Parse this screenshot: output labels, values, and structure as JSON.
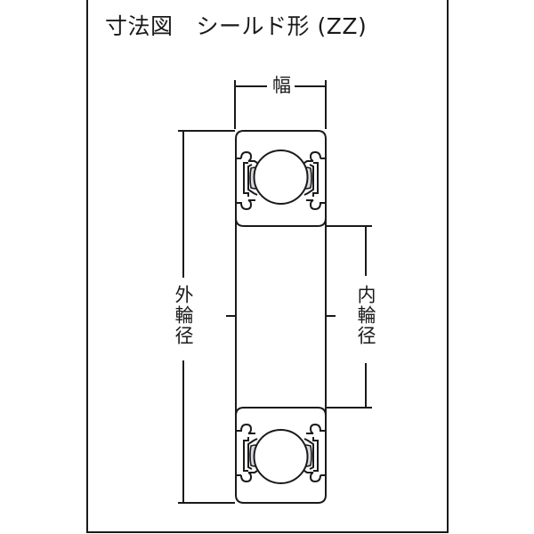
{
  "title": {
    "prefix": "寸法図",
    "type": "シールド形 (ZZ)"
  },
  "labels": {
    "width": "幅",
    "outer_diameter": "外輪径",
    "inner_diameter": "内輪径"
  },
  "colors": {
    "line": "#1a1a1a",
    "retainer_fill": "#d8d8e0",
    "background": "#ffffff"
  },
  "diagram": {
    "subject": "deep groove ball bearing cross-section",
    "seal_type": "shielded both sides (ZZ)",
    "dimensions_shown": [
      "width",
      "outer diameter",
      "inner diameter"
    ]
  }
}
